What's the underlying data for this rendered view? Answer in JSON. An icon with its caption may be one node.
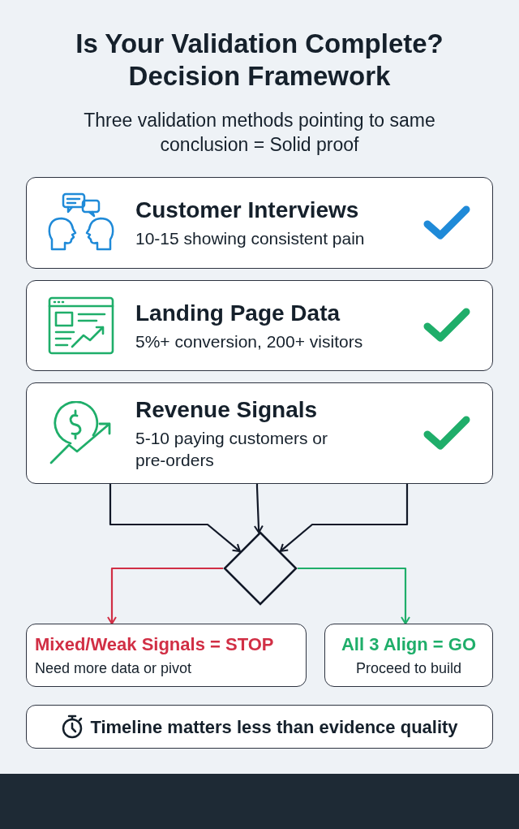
{
  "diagram": {
    "title": "Is Your Validation Complete? Decision Framework",
    "nodes": [
      {
        "text": [
          "Customer Interviews",
          "10-15 showing consistent pain"
        ]
      },
      {
        "text": [
          "Landing Page Data",
          "5%+ conversion, 200+ visitors"
        ]
      },
      {
        "text": [
          "Revenue Signals",
          "5-10 paying customers or pre-orders"
        ]
      },
      {
        "text": [],
        "shape": "diamond"
      },
      {
        "text": [
          "Mixed/Weak Signals = STOP",
          "Need more data or pivot"
        ]
      },
      {
        "text": [
          "All 3 Align = GO",
          "Proceed to build"
        ]
      },
      {
        "text": [
          "Timeline matters less than evidence quality"
        ]
      }
    ],
    "edges": [
      {
        "from": 2,
        "to": 3,
        "arrow": "to"
      },
      {
        "from": 2,
        "to": 3,
        "arrow": "to"
      },
      {
        "from": 2,
        "to": 3,
        "arrow": "to"
      },
      {
        "from": 3,
        "to": 4,
        "arrow": "to",
        "color": "#d12f45"
      },
      {
        "from": 3,
        "to": 5,
        "arrow": "to",
        "color": "#1fae6a"
      }
    ],
    "labels": [
      "Three validation methods pointing to same conclusion = Solid proof"
    ]
  }
}
